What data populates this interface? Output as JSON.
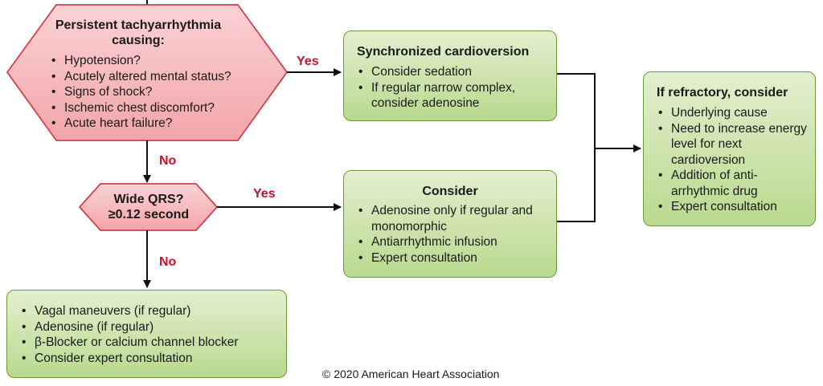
{
  "decision1": {
    "title": "Persistent tachyarrhythmia causing:",
    "items": [
      "Hypotension?",
      "Acutely altered mental status?",
      "Signs of shock?",
      "Ischemic chest discomfort?",
      "Acute heart failure?"
    ]
  },
  "decision2": {
    "line1": "Wide QRS?",
    "line2": "≥0.12 second"
  },
  "cardioversion": {
    "title": "Synchronized cardioversion",
    "items": [
      "Consider sedation",
      "If regular narrow complex, consider adenosine"
    ]
  },
  "consider": {
    "title": "Consider",
    "items": [
      "Adenosine only if regular and monomorphic",
      "Antiarrhythmic infusion",
      "Expert consultation"
    ]
  },
  "narrow": {
    "items": [
      "Vagal maneuvers (if regular)",
      "Adenosine (if regular)",
      "β-Blocker or calcium channel blocker",
      "Consider expert consultation"
    ]
  },
  "refractory": {
    "title": "If refractory, consider",
    "items": [
      "Underlying cause",
      "Need to increase energy level for next cardioversion",
      "Addition of anti-arrhythmic drug",
      "Expert consultation"
    ]
  },
  "labels": {
    "yes1": "Yes",
    "no1": "No",
    "yes2": "Yes",
    "no2": "No"
  },
  "copyright": "© 2020 American Heart Association",
  "colors": {
    "decision_fill": "#f7b9bd",
    "decision_border": "#d0414c",
    "action_fill": "#c8e0a4",
    "action_border": "#6d9a3c",
    "label_red": "#c8102e"
  }
}
